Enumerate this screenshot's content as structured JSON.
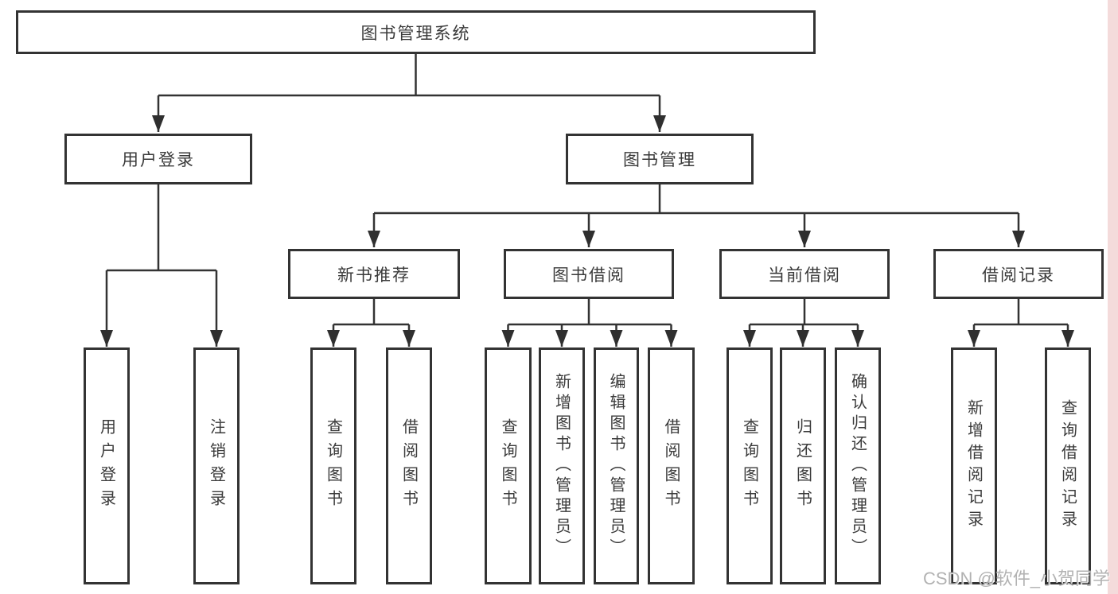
{
  "diagram": {
    "nodes": {
      "root": "图书管理系统",
      "user_login": "用户登录",
      "book_mgmt": "图书管理",
      "new_book_rec": "新书推荐",
      "book_borrow": "图书借阅",
      "current_borrow": "当前借阅",
      "borrow_record": "借阅记录",
      "ul_user_login": "用户登录",
      "ul_logout": "注销登录",
      "nb_query_book": "查询图书",
      "nb_borrow_book": "借阅图书",
      "bb_query_book": "查询图书",
      "bb_add_book": "新增图书（管理员）",
      "bb_edit_book": "编辑图书（管理员）",
      "bb_borrow_book": "借阅图书",
      "cb_query_book": "查询图书",
      "cb_return_book": "归还图书",
      "cb_confirm_return": "确认归还（管理员）",
      "br_add_record": "新增借阅记录",
      "br_query_record": "查询借阅记录"
    },
    "tree": {
      "图书管理系统": {
        "用户登录": [
          "用户登录",
          "注销登录"
        ],
        "图书管理": {
          "新书推荐": [
            "查询图书",
            "借阅图书"
          ],
          "图书借阅": [
            "查询图书",
            "新增图书（管理员）",
            "编辑图书（管理员）",
            "借阅图书"
          ],
          "当前借阅": [
            "查询图书",
            "归还图书",
            "确认归还（管理员）"
          ],
          "借阅记录": [
            "新增借阅记录",
            "查询借阅记录"
          ]
        }
      }
    },
    "colors": {
      "line": "#333333",
      "box_border": "#333333",
      "box_fill": "#ffffff",
      "text": "#3a3a3a",
      "side_strip": "#f4dbdb",
      "watermark": "#ababab",
      "background": "#ffffff"
    }
  },
  "watermark": {
    "text": "CSDN @软件_小贺同学"
  }
}
